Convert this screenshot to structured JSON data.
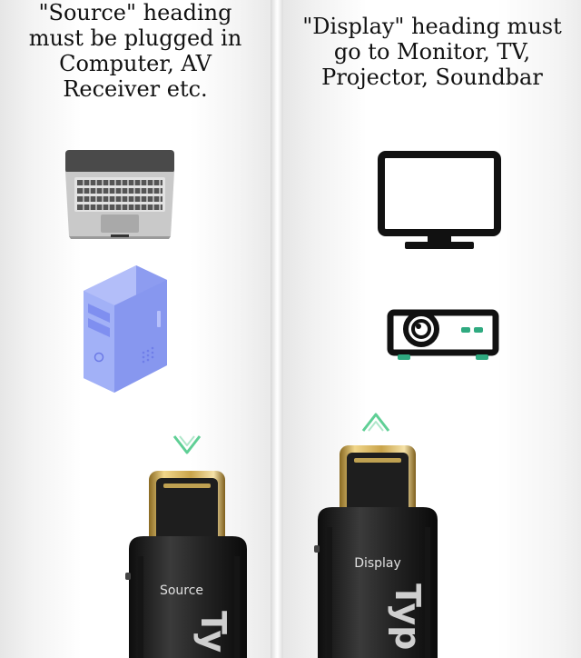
{
  "left_panel": {
    "heading_lines": [
      "\"Source\" heading",
      "must be plugged in",
      "Computer, AV",
      "Receiver etc."
    ],
    "icons": [
      "laptop-icon",
      "desktop-tower-icon"
    ],
    "arrow_icon": "chevron-down-icon",
    "connector_label": "Source",
    "connector_partial_text": "Ty"
  },
  "right_panel": {
    "heading_lines": [
      "\"Display\" heading must",
      "go to Monitor, TV,",
      "Projector, Soundbar"
    ],
    "icons": [
      "monitor-icon",
      "projector-icon"
    ],
    "arrow_icon": "chevron-up-icon",
    "connector_label": "Display",
    "connector_partial_text": "Typ"
  },
  "colors": {
    "arrow": "#5fcf95",
    "tower": "#9aaaf5",
    "projector_accent": "#2faa80",
    "connector_body": "#2a2a2a",
    "usb_c_plug": "#c9a44b"
  }
}
